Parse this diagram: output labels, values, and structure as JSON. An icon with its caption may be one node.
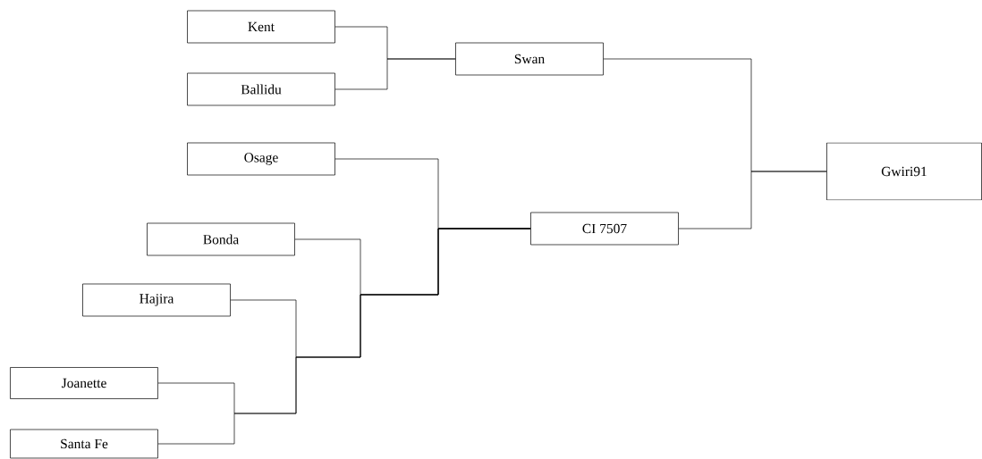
{
  "diagram": {
    "nodes": [
      {
        "text": [
          "Kent"
        ]
      },
      {
        "text": [
          "Ballidu"
        ]
      },
      {
        "text": [
          "Swan"
        ]
      },
      {
        "text": [
          "Osage"
        ]
      },
      {
        "text": [
          "Bonda"
        ]
      },
      {
        "text": [
          "Hajira"
        ]
      },
      {
        "text": [
          "Joanette"
        ]
      },
      {
        "text": [
          "Santa  Fe"
        ]
      },
      {
        "text": [
          "CI  7507"
        ]
      },
      {
        "text": [
          "Gwiri91"
        ]
      }
    ],
    "edges": [
      {
        "from": 0,
        "to": 2,
        "arrow": "none"
      },
      {
        "from": 1,
        "to": 2,
        "arrow": "none"
      },
      {
        "from": 3,
        "to": 8,
        "arrow": "none"
      },
      {
        "from": 4,
        "to": 8,
        "arrow": "none"
      },
      {
        "from": 5,
        "to": 8,
        "arrow": "none"
      },
      {
        "from": 6,
        "to": 8,
        "arrow": "none"
      },
      {
        "from": 7,
        "to": 8,
        "arrow": "none"
      },
      {
        "from": 2,
        "to": 9,
        "arrow": "none"
      },
      {
        "from": 8,
        "to": 9,
        "arrow": "none"
      }
    ]
  }
}
